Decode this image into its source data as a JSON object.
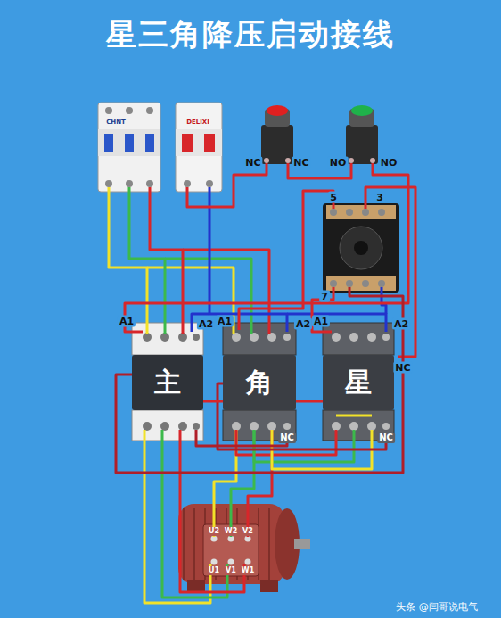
{
  "diagram": {
    "title": "星三角降压启动接线",
    "nodes": [
      {
        "text": [
          "主"
        ]
      },
      {
        "text": [
          "角"
        ]
      },
      {
        "text": [
          "星"
        ]
      }
    ],
    "edges": [
      {
        "from": 0,
        "to": 1,
        "arrow": "none"
      },
      {
        "from": 1,
        "to": 2,
        "arrow": "none"
      }
    ],
    "labels": [
      "NC",
      "NC",
      "NO",
      "NO",
      "5",
      "3",
      "7",
      "A1",
      "A2",
      "A1",
      "A2",
      "NC",
      "A1",
      "A2",
      "NC",
      "NC",
      "U2",
      "W2",
      "V2",
      "U1",
      "V1",
      "W1",
      "CHNT",
      "DELIXI",
      "头条 @闫哥说电气"
    ]
  }
}
